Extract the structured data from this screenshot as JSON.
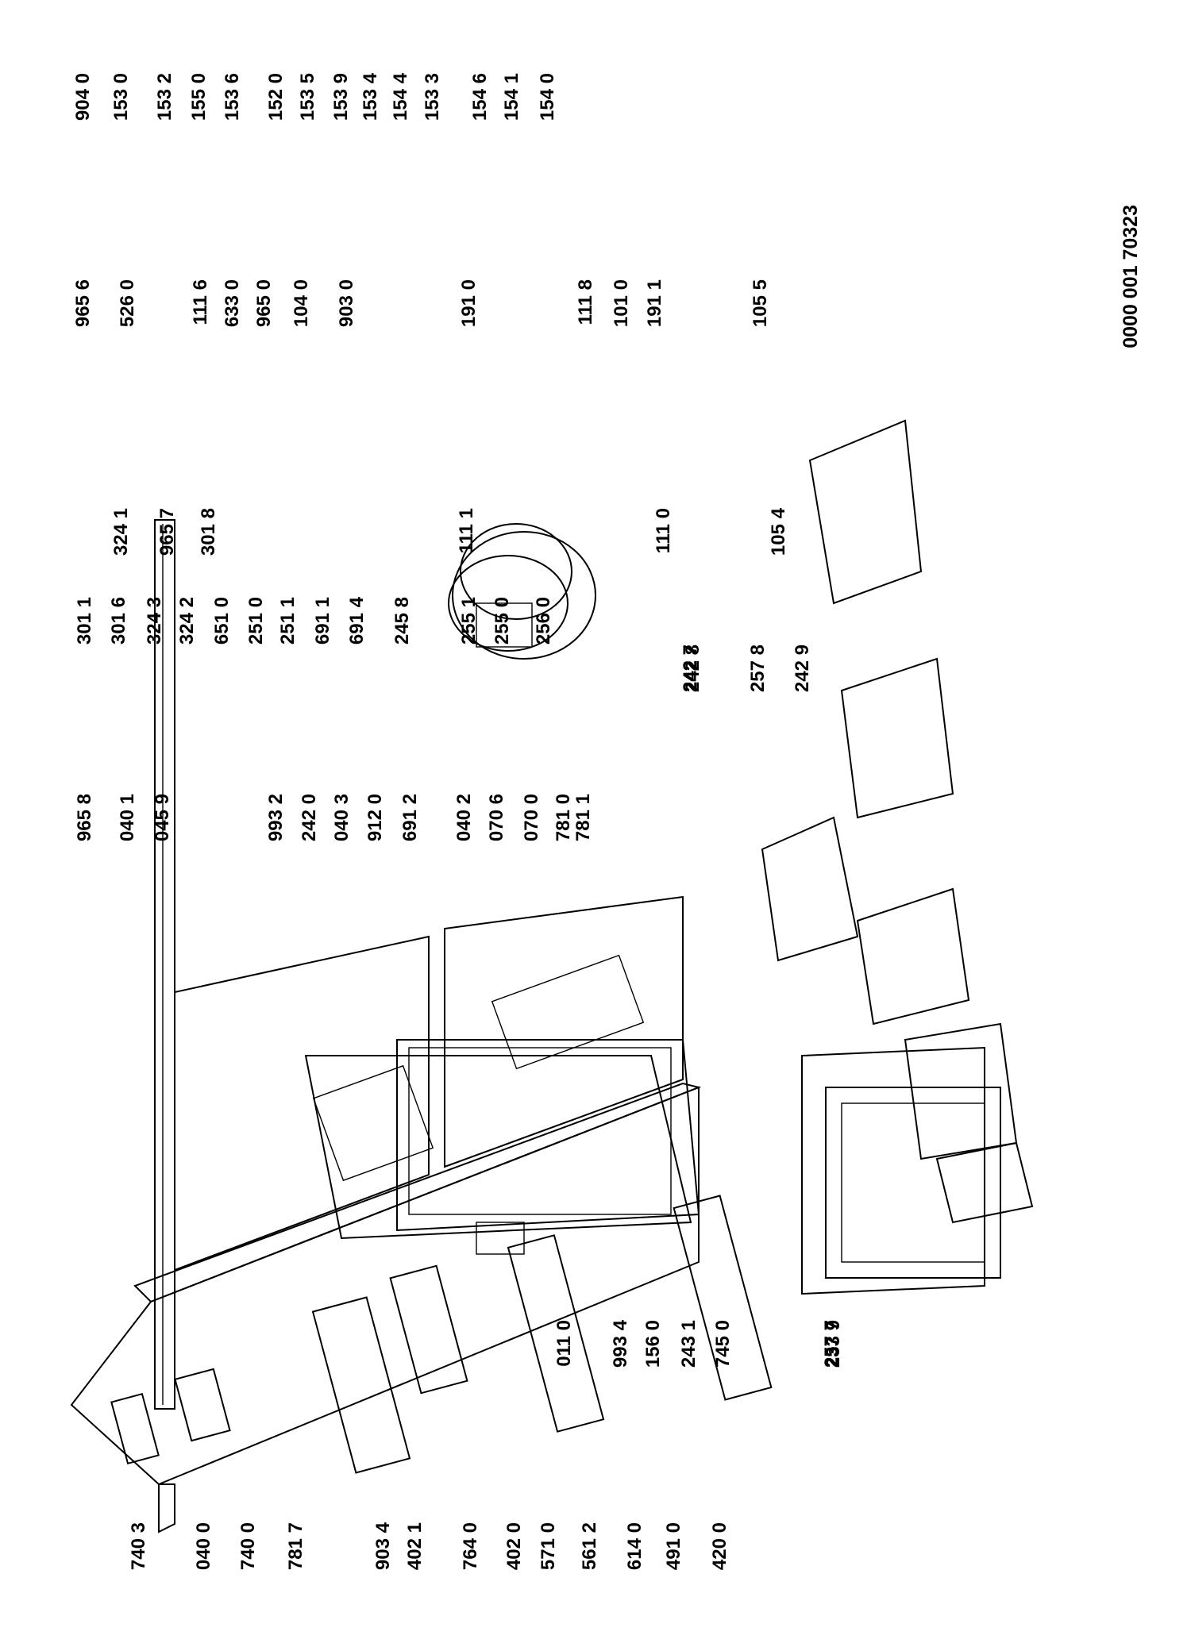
{
  "document_number": "0000 001 70323",
  "part_labels": [
    "904 0",
    "153 0",
    "153 2",
    "155 0",
    "153 6",
    "152 0",
    "153 5",
    "153 9",
    "153 4",
    "154 4",
    "153 3",
    "154 6",
    "154 1",
    "154 0",
    "965 6",
    "526 0",
    "111 6",
    "633 0",
    "965 0",
    "104 0",
    "903 0",
    "191 0",
    "111 8",
    "101 0",
    "191 1",
    "105 5",
    "324 1",
    "965 7",
    "301 8",
    "111 1",
    "111 0",
    "105 4",
    "301 1",
    "301 6",
    "324 3",
    "324 2",
    "651 0",
    "251 0",
    "251 1",
    "691 1",
    "691 4",
    "245 8",
    "255 1",
    "255 0",
    "256 0",
    "242 7",
    "242 8",
    "257 8",
    "242 9",
    "965 8",
    "040 1",
    "045 9",
    "993 2",
    "242 0",
    "040 3",
    "912 0",
    "691 2",
    "040 2",
    "070 6",
    "070 0",
    "781 0",
    "781 1",
    "740 3",
    "040 0",
    "740 0",
    "781 7",
    "903 4",
    "402 1",
    "764 0",
    "402 0",
    "571 0",
    "561 2",
    "614 0",
    "491 0",
    "420 0",
    "011 0",
    "993 4",
    "156 0",
    "243 1",
    "745 0",
    "257 7",
    "233 9"
  ]
}
